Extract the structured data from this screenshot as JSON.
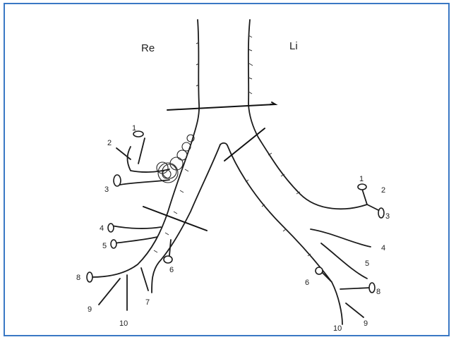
{
  "labels": {
    "right_side": "Re",
    "left_side": "Li"
  },
  "right_segments": [
    "1",
    "2",
    "3",
    "4",
    "5",
    "6",
    "7",
    "8",
    "9",
    "10"
  ],
  "left_segments": [
    "1",
    "2",
    "3",
    "4",
    "5",
    "6",
    "8",
    "9",
    "10"
  ],
  "colors": {
    "frame": "#3a78c4",
    "ink": "#1b1b1b"
  }
}
